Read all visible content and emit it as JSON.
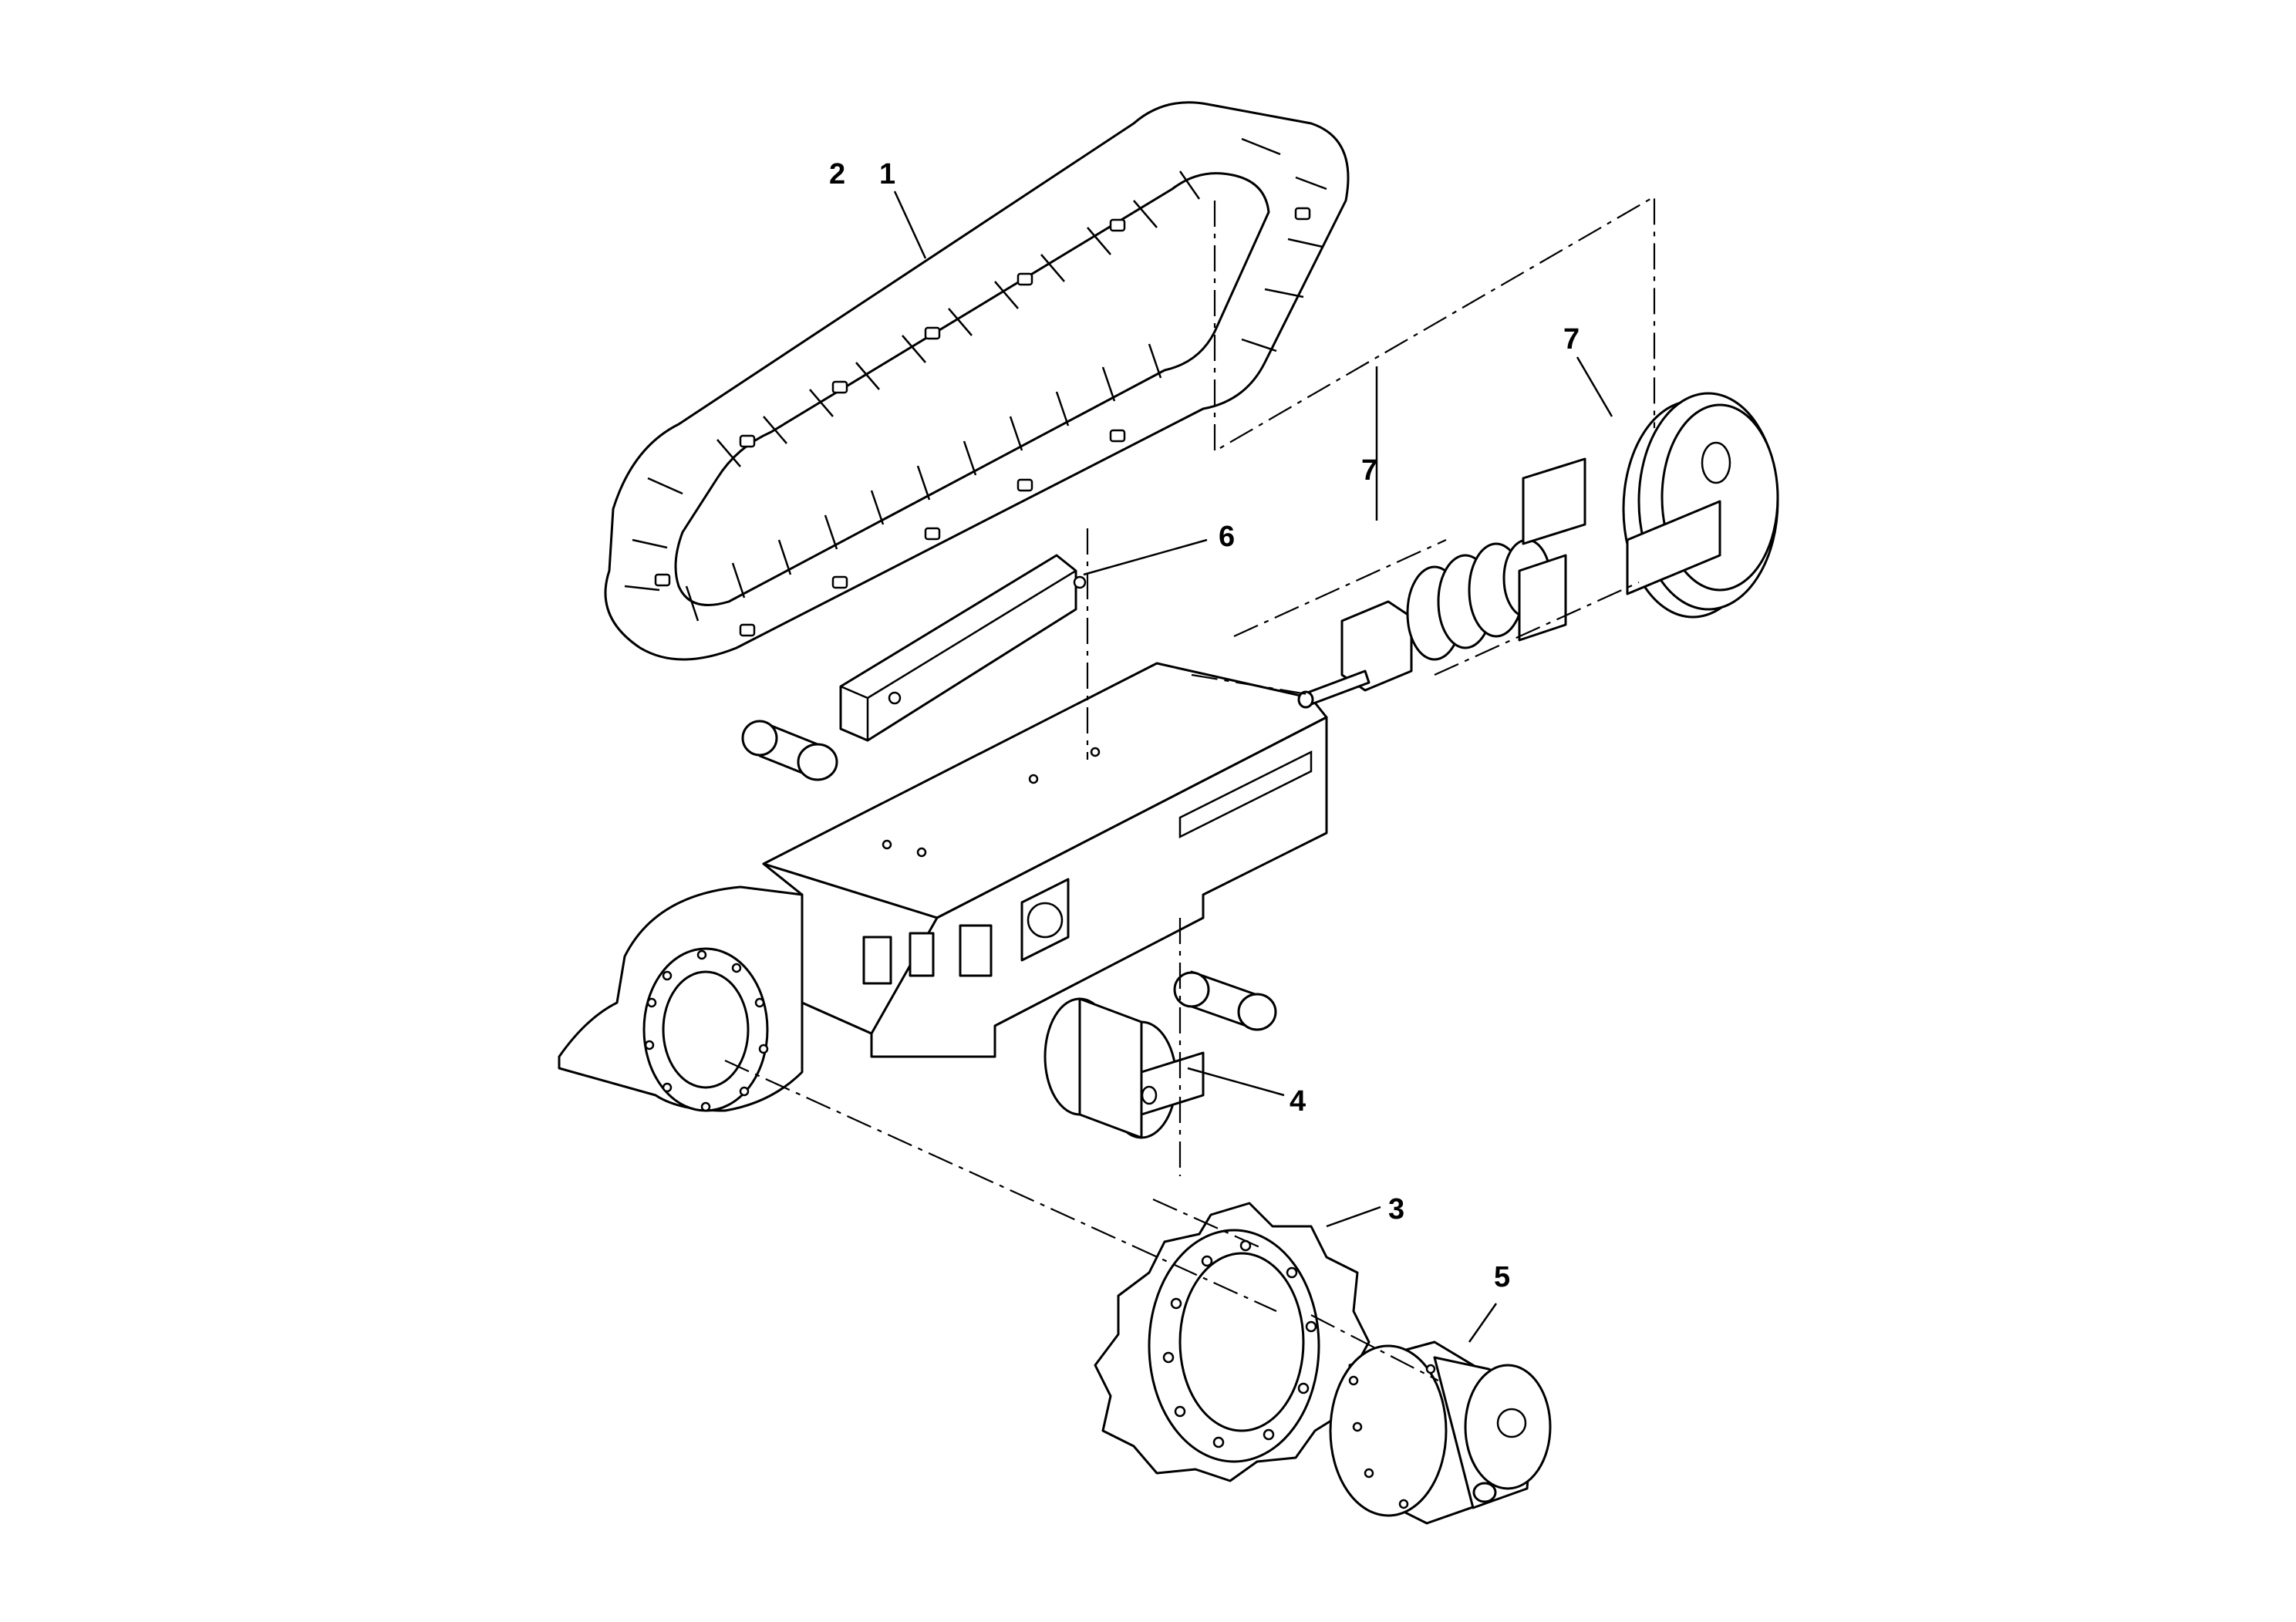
{
  "diagram": {
    "callouts": [
      {
        "id": "c1",
        "label": "1"
      },
      {
        "id": "c2",
        "label": "2"
      },
      {
        "id": "c3",
        "label": "3"
      },
      {
        "id": "c4",
        "label": "4"
      },
      {
        "id": "c5",
        "label": "5"
      },
      {
        "id": "c6",
        "label": "6"
      },
      {
        "id": "c7a",
        "label": "7"
      },
      {
        "id": "c7b",
        "label": "7"
      }
    ]
  },
  "colors": {
    "line": "#000000",
    "background": "#ffffff"
  }
}
